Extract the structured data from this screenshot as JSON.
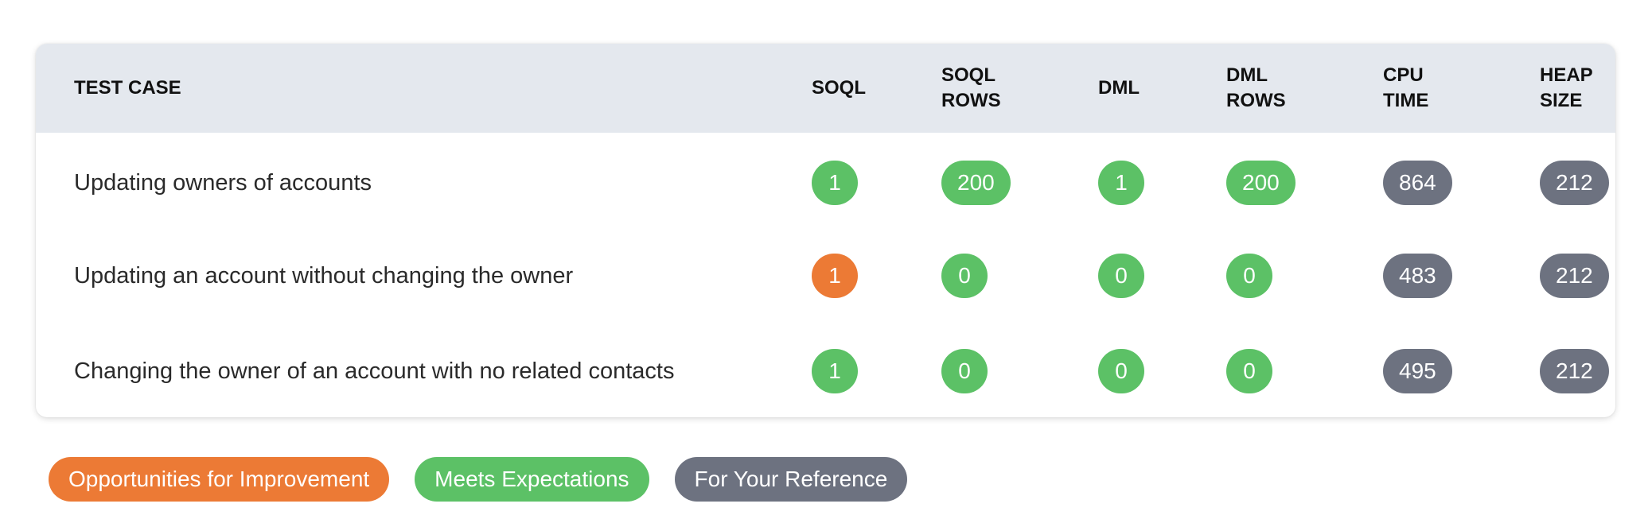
{
  "table": {
    "headers": {
      "test_case": "TEST CASE",
      "soql": "SOQL",
      "soql_rows_1": "SOQL",
      "soql_rows_2": "ROWS",
      "dml": "DML",
      "dml_rows_1": "DML",
      "dml_rows_2": "ROWS",
      "cpu_time_1": "CPU",
      "cpu_time_2": "TIME",
      "heap_size_1": "HEAP",
      "heap_size_2": "SIZE"
    },
    "rows": [
      {
        "name": "Updating owners of accounts",
        "soql": "1",
        "soql_status": "meets",
        "soql_rows": "200",
        "soql_rows_status": "meets",
        "dml": "1",
        "dml_status": "meets",
        "dml_rows": "200",
        "dml_rows_status": "meets",
        "cpu_time": "864",
        "cpu_time_status": "reference",
        "heap_size": "212",
        "heap_size_status": "reference"
      },
      {
        "name": "Updating an account without changing the owner",
        "soql": "1",
        "soql_status": "improvement",
        "soql_rows": "0",
        "soql_rows_status": "meets",
        "dml": "0",
        "dml_status": "meets",
        "dml_rows": "0",
        "dml_rows_status": "meets",
        "cpu_time": "483",
        "cpu_time_status": "reference",
        "heap_size": "212",
        "heap_size_status": "reference"
      },
      {
        "name": "Changing the owner of an account with no related contacts",
        "soql": "1",
        "soql_status": "meets",
        "soql_rows": "0",
        "soql_rows_status": "meets",
        "dml": "0",
        "dml_status": "meets",
        "dml_rows": "0",
        "dml_rows_status": "meets",
        "cpu_time": "495",
        "cpu_time_status": "reference",
        "heap_size": "212",
        "heap_size_status": "reference"
      }
    ]
  },
  "legend": {
    "improvement": "Opportunities for Improvement",
    "meets": "Meets Expectations",
    "reference": "For Your Reference"
  },
  "colors": {
    "improvement": "#ec7a35",
    "meets": "#5cc166",
    "reference": "#6d7280",
    "header_bg": "#e4e8ee"
  }
}
